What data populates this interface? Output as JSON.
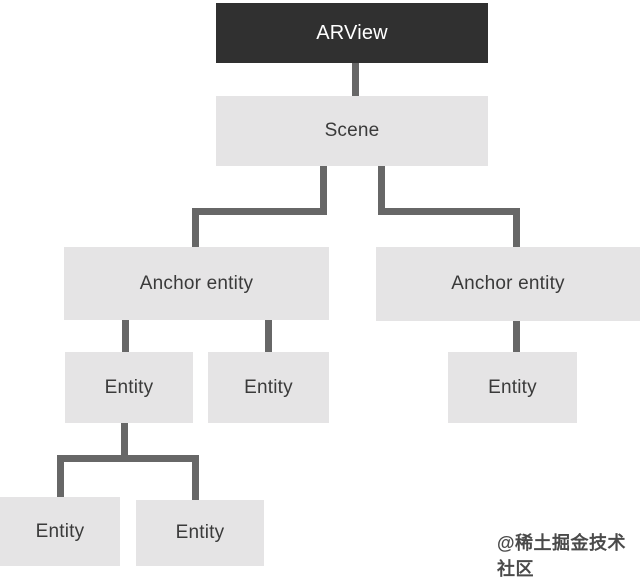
{
  "diagram": {
    "nodes": [
      {
        "id": "arview",
        "label": "ARView",
        "variant": "dark"
      },
      {
        "id": "scene",
        "label": "Scene",
        "variant": "light"
      },
      {
        "id": "anchor-left",
        "label": "Anchor entity",
        "variant": "light"
      },
      {
        "id": "anchor-right",
        "label": "Anchor entity",
        "variant": "light"
      },
      {
        "id": "entity-l1",
        "label": "Entity",
        "variant": "light"
      },
      {
        "id": "entity-l2",
        "label": "Entity",
        "variant": "light"
      },
      {
        "id": "entity-r",
        "label": "Entity",
        "variant": "light"
      },
      {
        "id": "entity-b1",
        "label": "Entity",
        "variant": "light"
      },
      {
        "id": "entity-b2",
        "label": "Entity",
        "variant": "light"
      }
    ],
    "edges": [
      {
        "from": "arview",
        "to": "scene"
      },
      {
        "from": "scene",
        "to": "anchor-left"
      },
      {
        "from": "scene",
        "to": "anchor-right"
      },
      {
        "from": "anchor-left",
        "to": "entity-l1"
      },
      {
        "from": "anchor-left",
        "to": "entity-l2"
      },
      {
        "from": "anchor-right",
        "to": "entity-r"
      },
      {
        "from": "entity-l1",
        "to": "entity-b1"
      },
      {
        "from": "entity-l1",
        "to": "entity-b2"
      }
    ]
  },
  "watermark": {
    "text": "@稀土掘金技术社区"
  },
  "colors": {
    "background": "#ffffff",
    "node_dark_bg": "#303030",
    "node_dark_text": "#ffffff",
    "node_light_bg": "#e5e4e5",
    "node_light_text": "#3a3a3a",
    "connector": "#676767",
    "watermark_text": "#4a4a4a"
  }
}
